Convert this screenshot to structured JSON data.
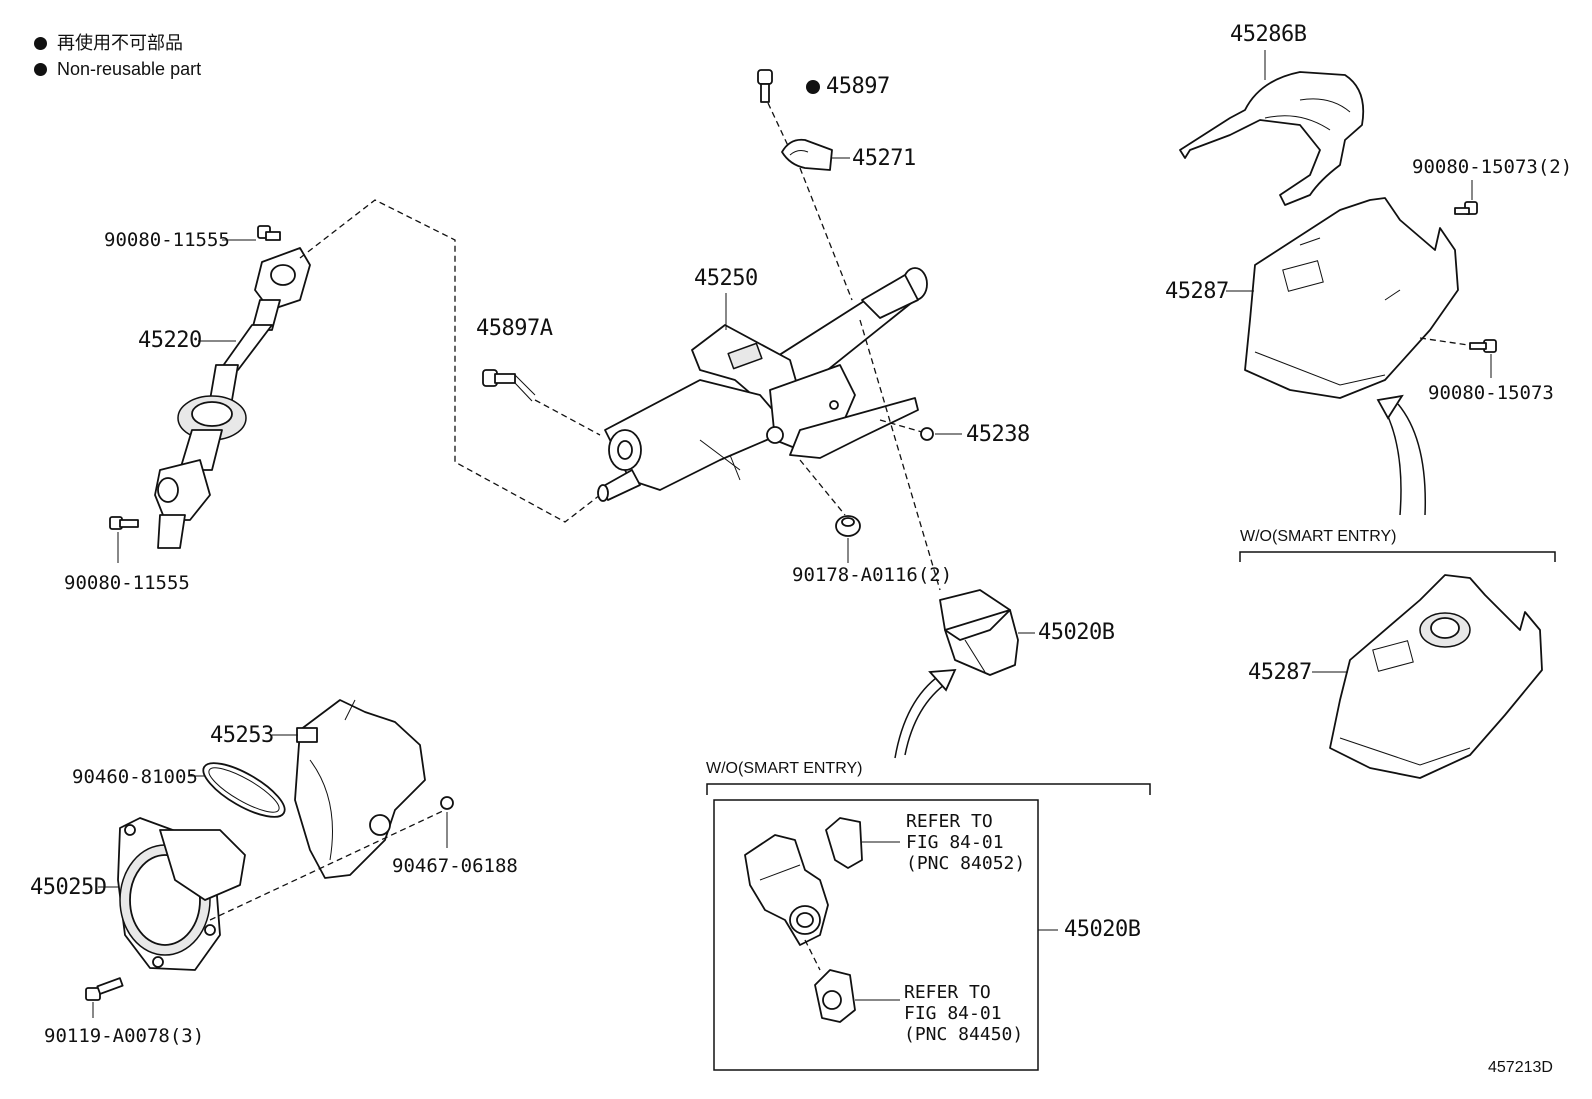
{
  "legend": {
    "jp": "再使用不可部品",
    "en": "Non-reusable part"
  },
  "parts": {
    "p45897": "45897",
    "p45271": "45271",
    "p45250": "45250",
    "p45897A": "45897A",
    "p45238": "45238",
    "p90178": "90178-A0116(2)",
    "p45020B_top": "45020B",
    "p45220": "45220",
    "p90080_11555_top": "90080-11555",
    "p90080_11555_bot": "90080-11555",
    "p45253": "45253",
    "p90460": "90460-81005",
    "p45025D": "45025D",
    "p90467": "90467-06188",
    "p90119": "90119-A0078(3)",
    "p45286B": "45286B",
    "p90080_15073_2": "90080-15073(2)",
    "p45287_top": "45287",
    "p90080_15073": "90080-15073",
    "p45287_bot": "45287",
    "p45020B_box": "45020B"
  },
  "conditions": {
    "right": "W/O(SMART ENTRY)",
    "bottom": "W/O(SMART ENTRY)"
  },
  "refs": {
    "ref1": "REFER TO\nFIG 84-01\n(PNC 84052)",
    "ref2": "REFER TO\nFIG 84-01\n(PNC 84450)"
  },
  "diagram_code": "457213D"
}
